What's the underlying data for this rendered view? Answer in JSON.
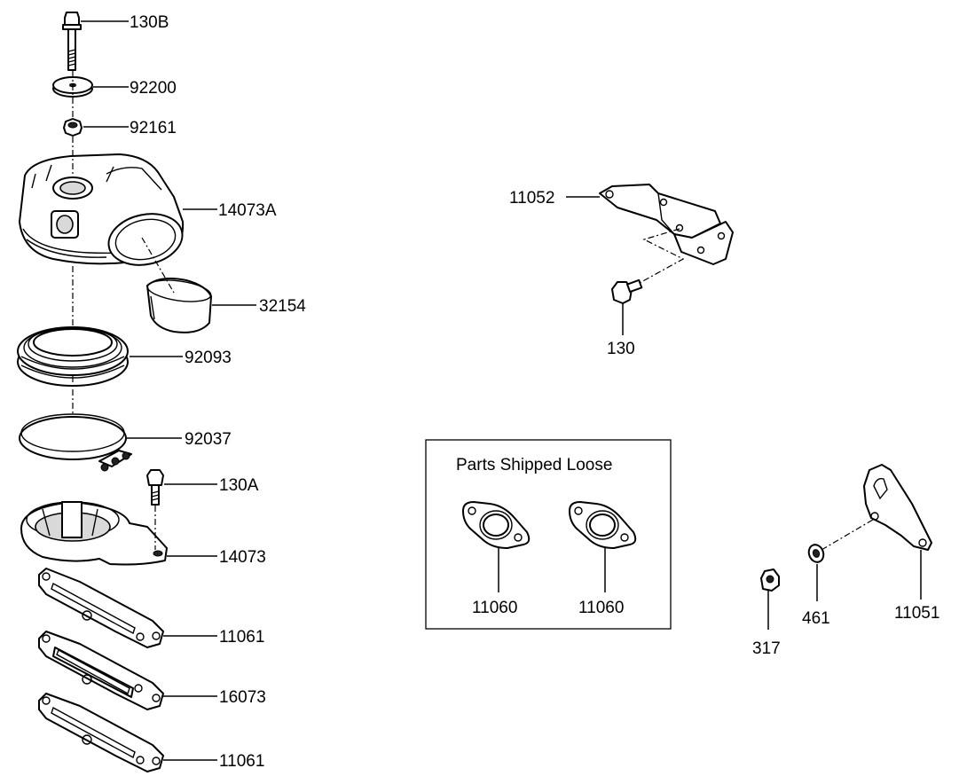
{
  "callouts": {
    "c130B": "130B",
    "c92200": "92200",
    "c92161": "92161",
    "c14073A": "14073A",
    "c32154": "32154",
    "c92093": "92093",
    "c92037": "92037",
    "c130A": "130A",
    "c14073": "14073",
    "c11061a": "11061",
    "c16073": "16073",
    "c11061b": "11061",
    "c11052": "11052",
    "c130": "130",
    "c11060a": "11060",
    "c11060b": "11060",
    "c317": "317",
    "c461": "461",
    "c11051": "11051"
  },
  "loose_box": {
    "title": "Parts Shipped Loose"
  }
}
